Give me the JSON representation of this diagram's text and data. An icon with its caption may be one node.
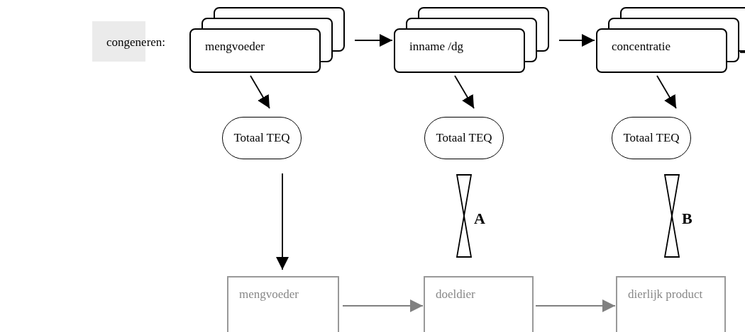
{
  "diagram": {
    "nodes": [
      {
        "text": [
          "congeneren:"
        ]
      },
      {
        "text": [
          "mengvoeder"
        ]
      },
      {
        "text": [
          "inname /dg"
        ]
      },
      {
        "text": [
          "concentratie"
        ]
      },
      {
        "text": [
          "Totaal TEQ"
        ]
      },
      {
        "text": [
          "Totaal TEQ"
        ]
      },
      {
        "text": [
          "Totaal TEQ"
        ]
      },
      {
        "text": [],
        "shape": "hourglass",
        "beside": [
          "A"
        ]
      },
      {
        "text": [],
        "shape": "hourglass",
        "beside": [
          "B"
        ]
      },
      {
        "text": [
          "mengvoeder"
        ]
      },
      {
        "text": [
          "doeldier"
        ]
      },
      {
        "text": [
          "dierlijk product"
        ]
      }
    ],
    "edges": [
      {
        "from": 1,
        "to": 2,
        "arrow": "to"
      },
      {
        "from": 2,
        "to": 3,
        "arrow": "to"
      },
      {
        "from": 3,
        "to": null,
        "arrow": "none"
      },
      {
        "from": 1,
        "to": 4,
        "arrow": "to"
      },
      {
        "from": 2,
        "to": 5,
        "arrow": "to"
      },
      {
        "from": 3,
        "to": 6,
        "arrow": "to"
      },
      {
        "from": 4,
        "to": 9,
        "arrow": "to"
      },
      {
        "from": 9,
        "to": 10,
        "arrow": "to",
        "color": "#808080"
      },
      {
        "from": 10,
        "to": 11,
        "arrow": "to",
        "color": "#808080"
      }
    ]
  }
}
